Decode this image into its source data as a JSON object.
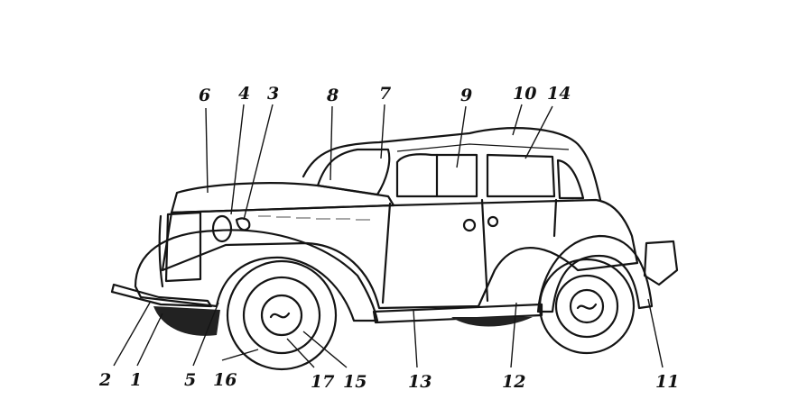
{
  "figure": {
    "labels": [
      {
        "id": "l1",
        "text": "1"
      },
      {
        "id": "l2",
        "text": "2"
      },
      {
        "id": "l3",
        "text": "3"
      },
      {
        "id": "l4",
        "text": "4"
      },
      {
        "id": "l5",
        "text": "5"
      },
      {
        "id": "l6",
        "text": "6"
      },
      {
        "id": "l7",
        "text": "7"
      },
      {
        "id": "l8",
        "text": "8"
      },
      {
        "id": "l9",
        "text": "9"
      },
      {
        "id": "l10",
        "text": "10"
      },
      {
        "id": "l11",
        "text": "11"
      },
      {
        "id": "l12",
        "text": "12"
      },
      {
        "id": "l13",
        "text": "13"
      },
      {
        "id": "l14",
        "text": "14"
      },
      {
        "id": "l15",
        "text": "15"
      },
      {
        "id": "l16",
        "text": "16"
      },
      {
        "id": "l17",
        "text": "17"
      }
    ]
  }
}
